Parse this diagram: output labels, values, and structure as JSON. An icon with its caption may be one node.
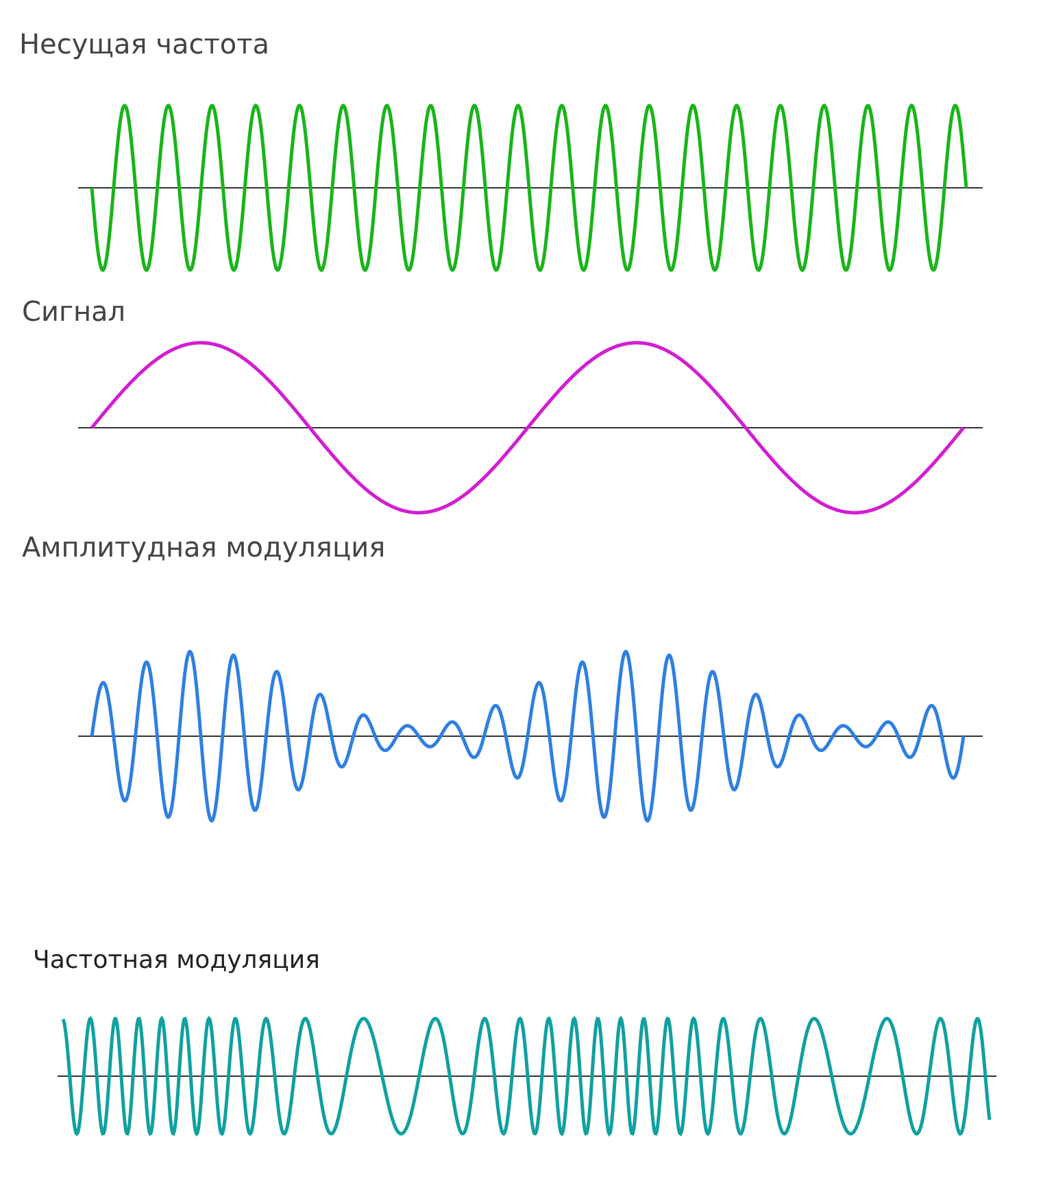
{
  "diagram": {
    "labels": [
      "Несущая частота",
      "Сигнал",
      "Амплитудная модуляция",
      "Частотная модуляция"
    ]
  }
}
